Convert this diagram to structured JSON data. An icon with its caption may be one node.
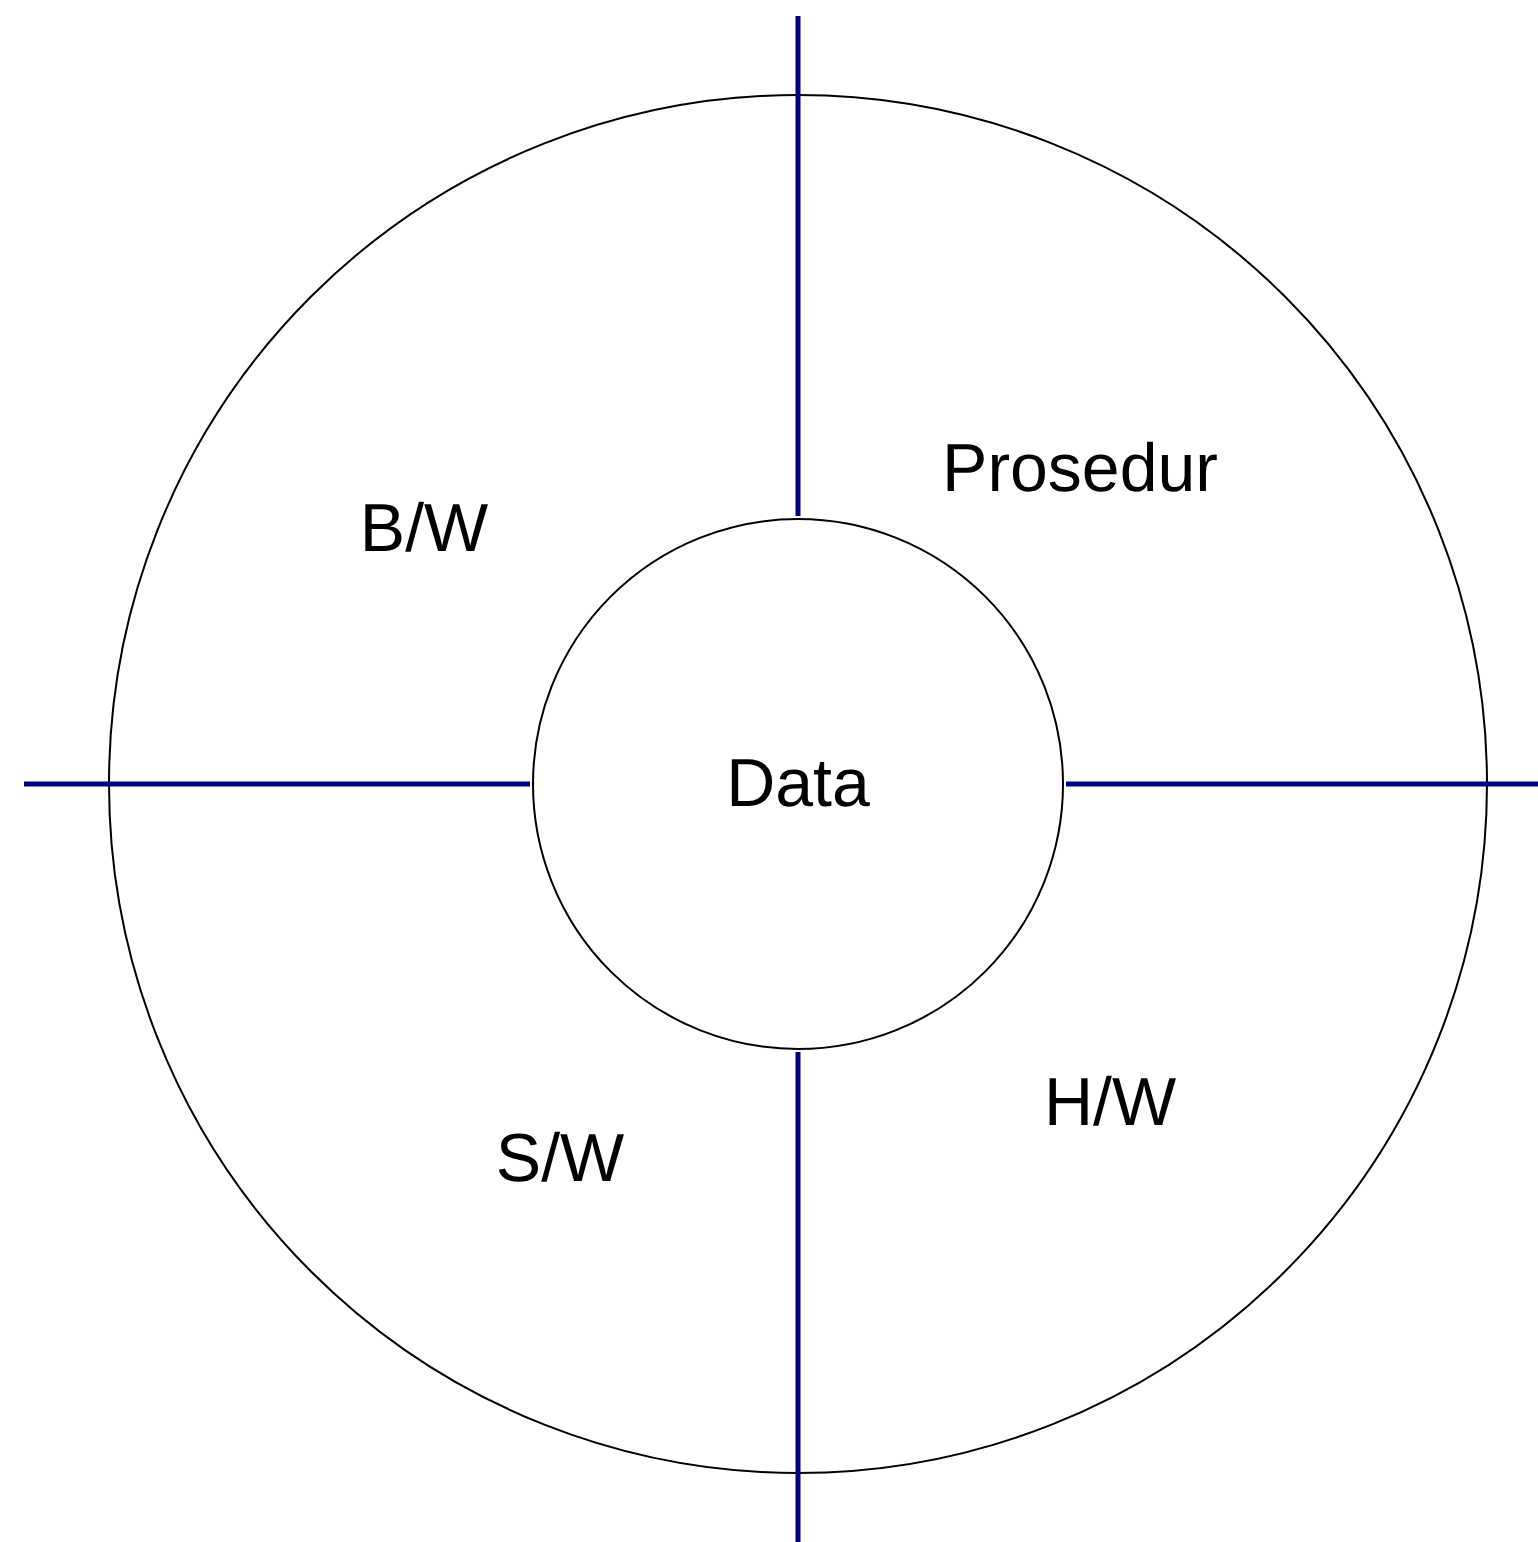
{
  "diagram": {
    "nodes": [
      {
        "text": [],
        "shape": "circle"
      },
      {
        "text": [
          "Data"
        ],
        "in": 0
      }
    ],
    "labels": [
      "Prosedur",
      "B/W",
      "H/W",
      "S/W"
    ]
  }
}
